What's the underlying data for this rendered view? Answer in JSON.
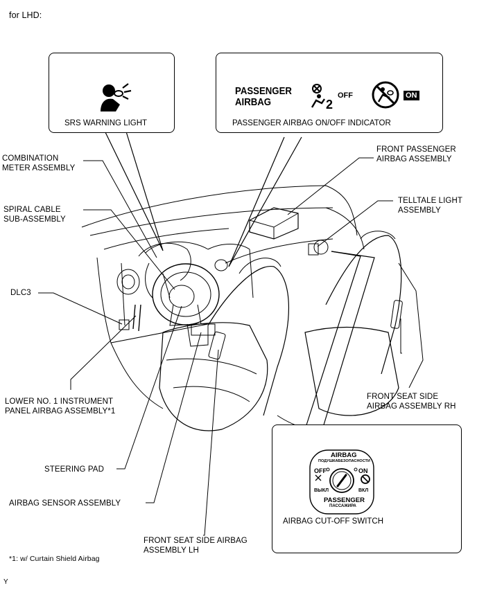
{
  "header": {
    "variant": "for LHD:"
  },
  "boxes": {
    "srs": {
      "caption": "SRS WARNING LIGHT",
      "icon": "airbag-person-icon"
    },
    "passenger": {
      "caption": "PASSENGER AIRBAG ON/OFF INDICATOR",
      "text_icon": "PASSENGER\nAIRBAG",
      "off_label": "OFF",
      "on_label": "ON",
      "icons": [
        "passenger-airbag-off-icon",
        "passenger-airbag-on-icon"
      ]
    },
    "cutoff": {
      "caption": "AIRBAG CUT-OFF SWITCH",
      "dial_top": "AIRBAG",
      "dial_top_sub": "ПОДУШКАБЕЗОПАСНОСТИ",
      "off_label": "OFF",
      "off_sub": "ВЫКЛ",
      "on_label": "ON",
      "on_sub": "ВКЛ",
      "dial_bottom": "PASSENGER",
      "dial_bottom_sub": "ПАССАЖИРА",
      "icon": "key-slot-icon"
    }
  },
  "labels": {
    "combination_meter": "COMBINATION\nMETER ASSEMBLY",
    "spiral_cable": "SPIRAL CABLE\nSUB-ASSEMBLY",
    "dlc3": "DLC3",
    "lower_airbag": "LOWER NO. 1 INSTRUMENT\nPANEL AIRBAG ASSEMBLY*1",
    "steering_pad": "STEERING PAD",
    "airbag_sensor": "AIRBAG SENSOR ASSEMBLY",
    "front_seat_lh": "FRONT SEAT SIDE AIRBAG\nASSEMBLY LH",
    "front_passenger_airbag": "FRONT PASSENGER\nAIRBAG ASSEMBLY",
    "telltale": "TELLTALE LIGHT\nASSEMBLY",
    "front_seat_rh": "FRONT SEAT SIDE\nAIRBAG ASSEMBLY RH"
  },
  "footnote": "*1: w/ Curtain Shield Airbag",
  "corner_mark": "Y"
}
